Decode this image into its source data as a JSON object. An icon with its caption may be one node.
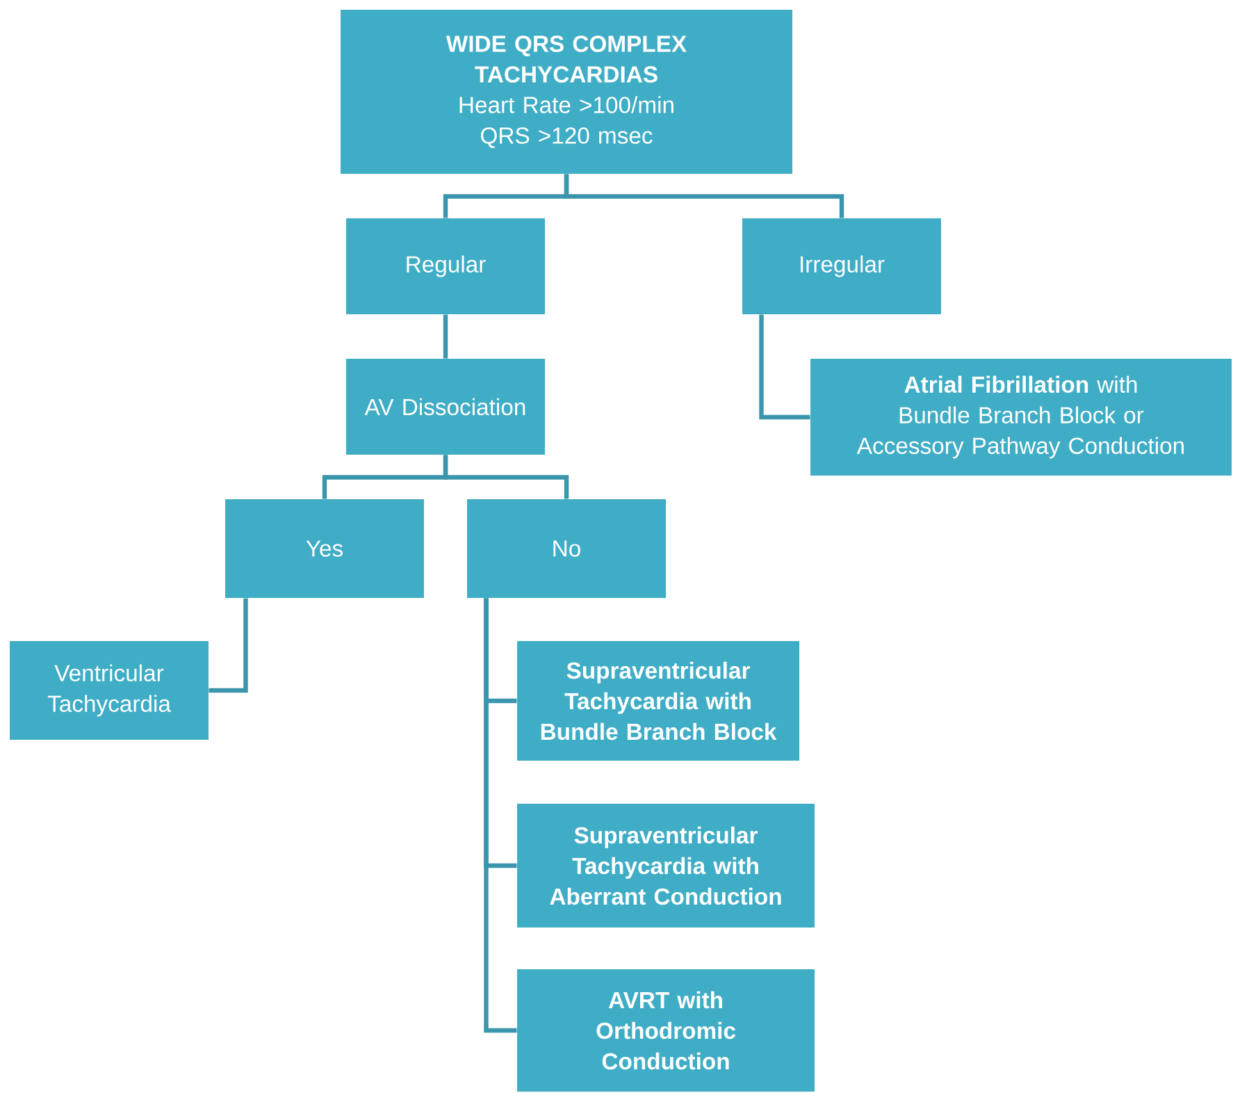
{
  "diagram": {
    "nodes": [
      {
        "text": [
          "WIDE QRS COMPLEX TACHYCARDIAS",
          "Heart Rate >100/min",
          "QRS >120 msec"
        ]
      },
      {
        "text": [
          "Regular"
        ]
      },
      {
        "text": [
          "Irregular"
        ]
      },
      {
        "text": [
          "AV Dissociation"
        ]
      },
      {
        "text": [
          "**Atrial Fibrillation** with Bundle Branch Block or Accessory Pathway Conduction"
        ]
      },
      {
        "text": [
          "Yes"
        ]
      },
      {
        "text": [
          "No"
        ]
      },
      {
        "text": [
          "Ventricular Tachycardia"
        ]
      },
      {
        "text": [
          "Supraventricular Tachycardia with Bundle Branch Block"
        ]
      },
      {
        "text": [
          "Supraventricular Tachycardia with Aberrant Conduction"
        ]
      },
      {
        "text": [
          "AVRT with Orthodromic Conduction"
        ]
      }
    ],
    "edges": [
      {
        "from": 0,
        "to": 1,
        "arrow": "none"
      },
      {
        "from": 0,
        "to": 2,
        "arrow": "none"
      },
      {
        "from": 1,
        "to": 3,
        "arrow": "none"
      },
      {
        "from": 2,
        "to": 4,
        "arrow": "none"
      },
      {
        "from": 3,
        "to": 5,
        "arrow": "none"
      },
      {
        "from": 3,
        "to": 6,
        "arrow": "none"
      },
      {
        "from": 5,
        "to": 7,
        "arrow": "none"
      },
      {
        "from": 6,
        "to": 8,
        "arrow": "none"
      },
      {
        "from": 6,
        "to": 9,
        "arrow": "none"
      },
      {
        "from": 6,
        "to": 10,
        "arrow": "none"
      }
    ]
  }
}
